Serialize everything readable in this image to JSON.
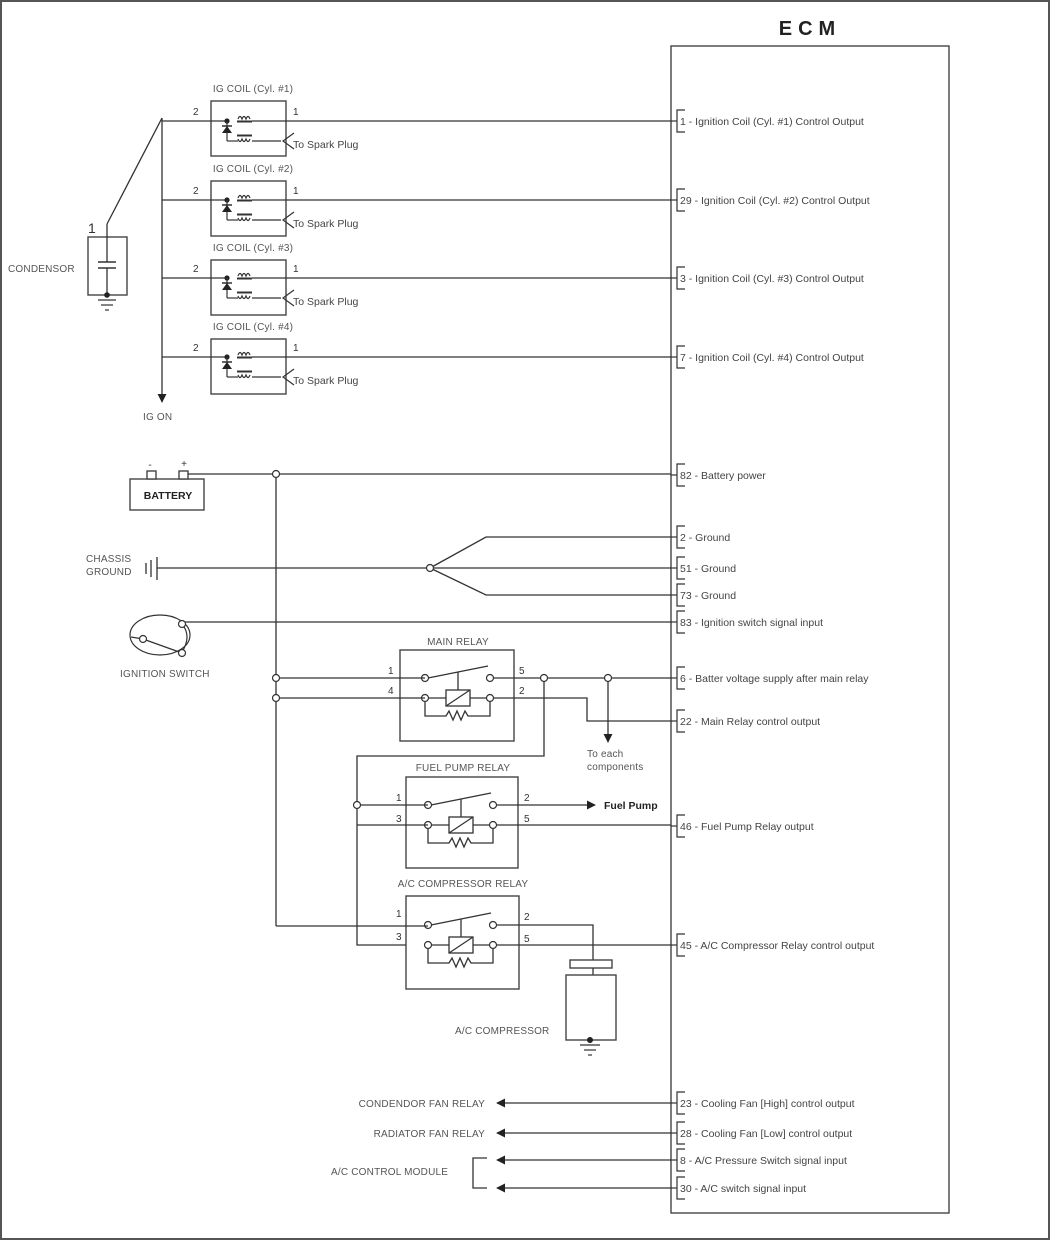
{
  "ecm": {
    "title": "ECM",
    "pins": [
      {
        "pin": "1",
        "text": "1 - Ignition Coil (Cyl. #1) Control Output"
      },
      {
        "pin": "29",
        "text": "29 - Ignition Coil (Cyl. #2) Control Output"
      },
      {
        "pin": "3",
        "text": "3 - Ignition Coil (Cyl. #3) Control Output"
      },
      {
        "pin": "7",
        "text": "7 - Ignition Coil (Cyl. #4) Control Output"
      },
      {
        "pin": "82",
        "text": "82 - Battery power"
      },
      {
        "pin": "2",
        "text": "2 - Ground"
      },
      {
        "pin": "51",
        "text": "51 - Ground"
      },
      {
        "pin": "73",
        "text": "73 - Ground"
      },
      {
        "pin": "83",
        "text": "83 - Ignition switch signal input"
      },
      {
        "pin": "6",
        "text": "6 - Batter voltage supply after main relay"
      },
      {
        "pin": "22",
        "text": "22 - Main Relay control output"
      },
      {
        "pin": "46",
        "text": "46 - Fuel Pump Relay output"
      },
      {
        "pin": "45",
        "text": "45 - A/C Compressor Relay control output"
      },
      {
        "pin": "23",
        "text": "23 - Cooling Fan [High] control output"
      },
      {
        "pin": "28",
        "text": "28 - Cooling Fan [Low] control output"
      },
      {
        "pin": "8",
        "text": "8 - A/C Pressure Switch signal input"
      },
      {
        "pin": "30",
        "text": "30 - A/C switch signal input"
      }
    ]
  },
  "ig_coils": [
    {
      "title": "IG COIL (Cyl. #1)",
      "pin_left": "2",
      "pin_right": "1",
      "output": "To Spark Plug"
    },
    {
      "title": "IG COIL (Cyl. #2)",
      "pin_left": "2",
      "pin_right": "1",
      "output": "To Spark Plug"
    },
    {
      "title": "IG COIL (Cyl. #3)",
      "pin_left": "2",
      "pin_right": "1",
      "output": "To Spark Plug"
    },
    {
      "title": "IG COIL (Cyl. #4)",
      "pin_left": "2",
      "pin_right": "1",
      "output": "To Spark Plug"
    }
  ],
  "condensor": {
    "label": "CONDENSOR",
    "pin": "1"
  },
  "ig_on": "IG ON",
  "battery": {
    "label": "BATTERY",
    "neg": "-",
    "pos": "+"
  },
  "chassis_ground": {
    "line1": "CHASSIS",
    "line2": "GROUND"
  },
  "ignition_switch": "IGNITION SWITCH",
  "main_relay": {
    "title": "MAIN RELAY",
    "pins": [
      "1",
      "4",
      "5",
      "2"
    ]
  },
  "to_each": {
    "line1": "To each",
    "line2": "components"
  },
  "fuel_pump_relay": {
    "title": "FUEL PUMP RELAY",
    "pins": [
      "1",
      "3",
      "2",
      "5"
    ],
    "output": "Fuel Pump"
  },
  "ac_relay": {
    "title": "A/C COMPRESSOR RELAY",
    "pins": [
      "1",
      "3",
      "2",
      "5"
    ]
  },
  "ac_compressor": "A/C COMPRESSOR",
  "outputs": {
    "condendor_fan": "CONDENDOR FAN RELAY",
    "radiator_fan": "RADIATOR FAN RELAY",
    "ac_control": "A/C CONTROL MODULE"
  }
}
